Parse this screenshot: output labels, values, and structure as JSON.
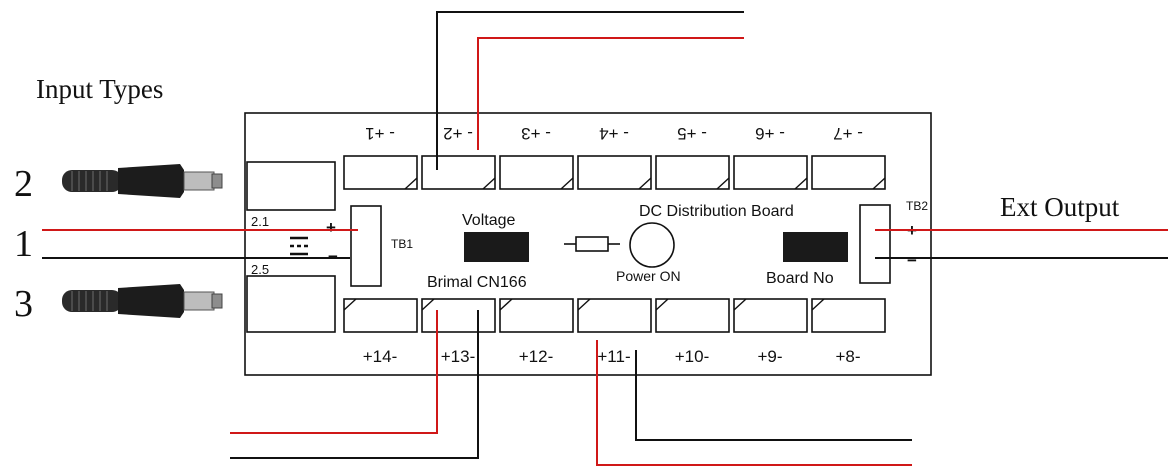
{
  "labels": {
    "input_types": "Input Types",
    "ext_output": "Ext Output",
    "voltage": "Voltage",
    "board_title": "DC Distribution Board",
    "model": "Brimal CN166",
    "power_on": "Power ON",
    "board_no": "Board No",
    "tb1": "TB1",
    "tb2": "TB2",
    "size_21": "2.1",
    "size_25": "2.5"
  },
  "input_numbers": [
    "2",
    "1",
    "3"
  ],
  "top_terminals": [
    "- +1",
    "- +2",
    "- +3",
    "- +4",
    "- +5",
    "- +6",
    "- +7"
  ],
  "bottom_terminals": [
    "+14-",
    "+13-",
    "+12-",
    "+11-",
    "+10-",
    "+9-",
    "+8-"
  ],
  "wire_colors": {
    "positive": "#d01818",
    "negative": "#111111"
  }
}
